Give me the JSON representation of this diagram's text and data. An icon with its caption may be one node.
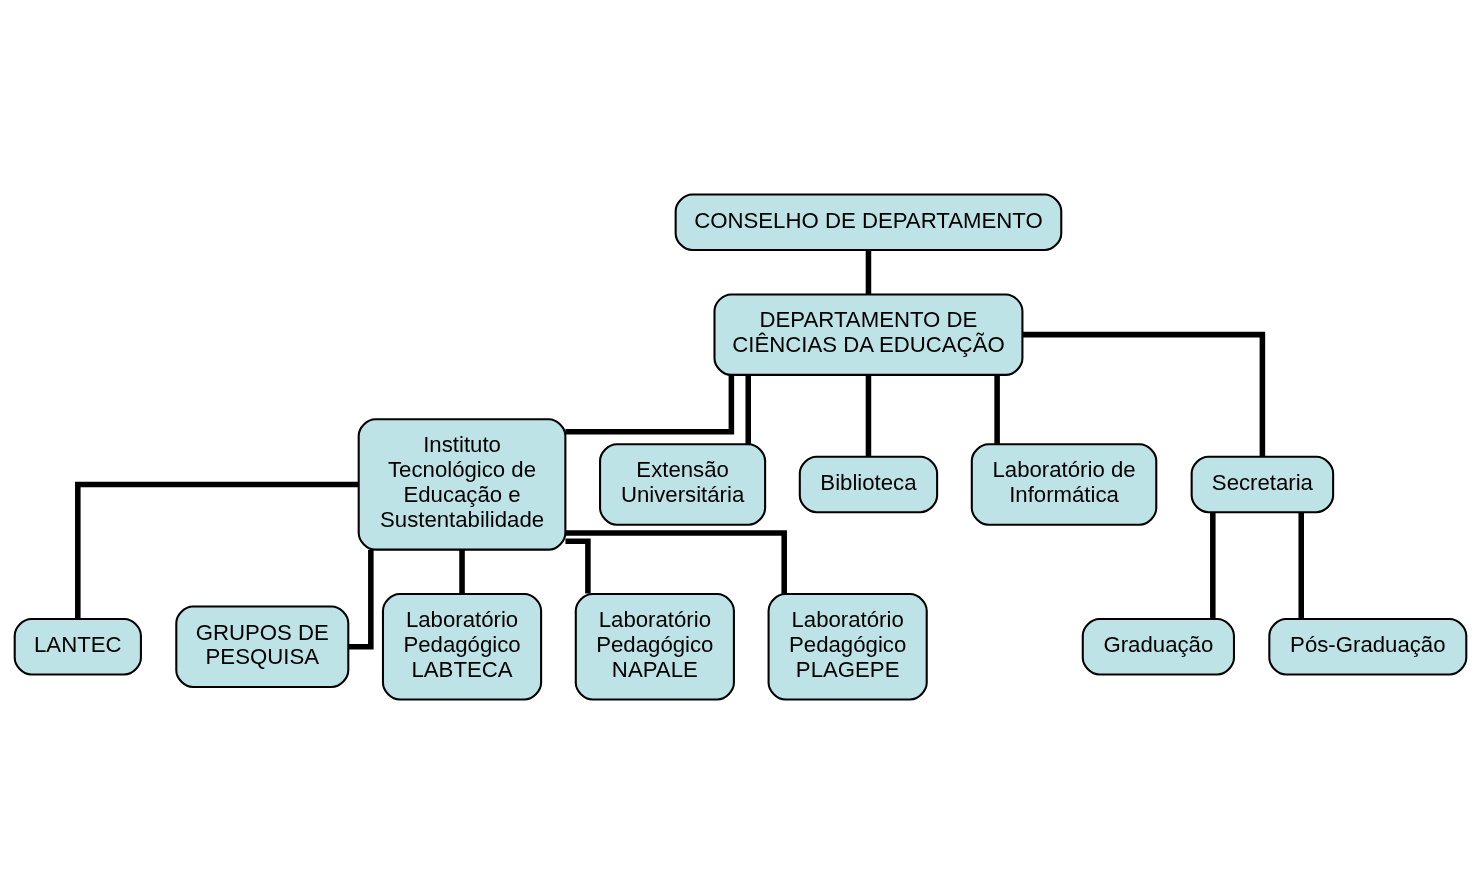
{
  "diagram": {
    "nodes": [
      {
        "text": [
          "CONSELHO DE DEPARTAMENTO"
        ]
      },
      {
        "text": [
          "DEPARTAMENTO DE CIÊNCIAS DA EDUCAÇÃO"
        ]
      },
      {
        "text": [
          "Instituto Tecnológico de Educação e Sustentabilidade"
        ]
      },
      {
        "text": [
          "Extensão Universitária"
        ]
      },
      {
        "text": [
          "Biblioteca"
        ]
      },
      {
        "text": [
          "Laboratório de Informática"
        ]
      },
      {
        "text": [
          "Secretaria"
        ]
      },
      {
        "text": [
          "LANTEC"
        ]
      },
      {
        "text": [
          "GRUPOS DE PESQUISA"
        ]
      },
      {
        "text": [
          "Graduação"
        ]
      },
      {
        "text": [
          "Pós-Graduação"
        ]
      },
      {
        "text": [
          "Laboratório Pedagógico LABTECA"
        ]
      },
      {
        "text": [
          "Laboratório Pedagógico NAPALE"
        ]
      },
      {
        "text": [
          "Laboratório Pedagógico PLAGEPE"
        ]
      }
    ],
    "edges": [
      {
        "from": 0,
        "to": 1,
        "arrow": "none"
      },
      {
        "from": 1,
        "to": 2,
        "arrow": "none"
      },
      {
        "from": 1,
        "to": 3,
        "arrow": "none"
      },
      {
        "from": 1,
        "to": 4,
        "arrow": "none"
      },
      {
        "from": 1,
        "to": 5,
        "arrow": "none"
      },
      {
        "from": 1,
        "to": 6,
        "arrow": "none"
      },
      {
        "from": 2,
        "to": 7,
        "arrow": "none"
      },
      {
        "from": 2,
        "to": 8,
        "arrow": "none"
      },
      {
        "from": 6,
        "to": 9,
        "arrow": "none"
      },
      {
        "from": 6,
        "to": 10,
        "arrow": "none"
      },
      {
        "from": 2,
        "to": 11,
        "arrow": "none"
      },
      {
        "from": 2,
        "to": 12,
        "arrow": "none"
      },
      {
        "from": 2,
        "to": 13,
        "arrow": "none"
      }
    ]
  }
}
